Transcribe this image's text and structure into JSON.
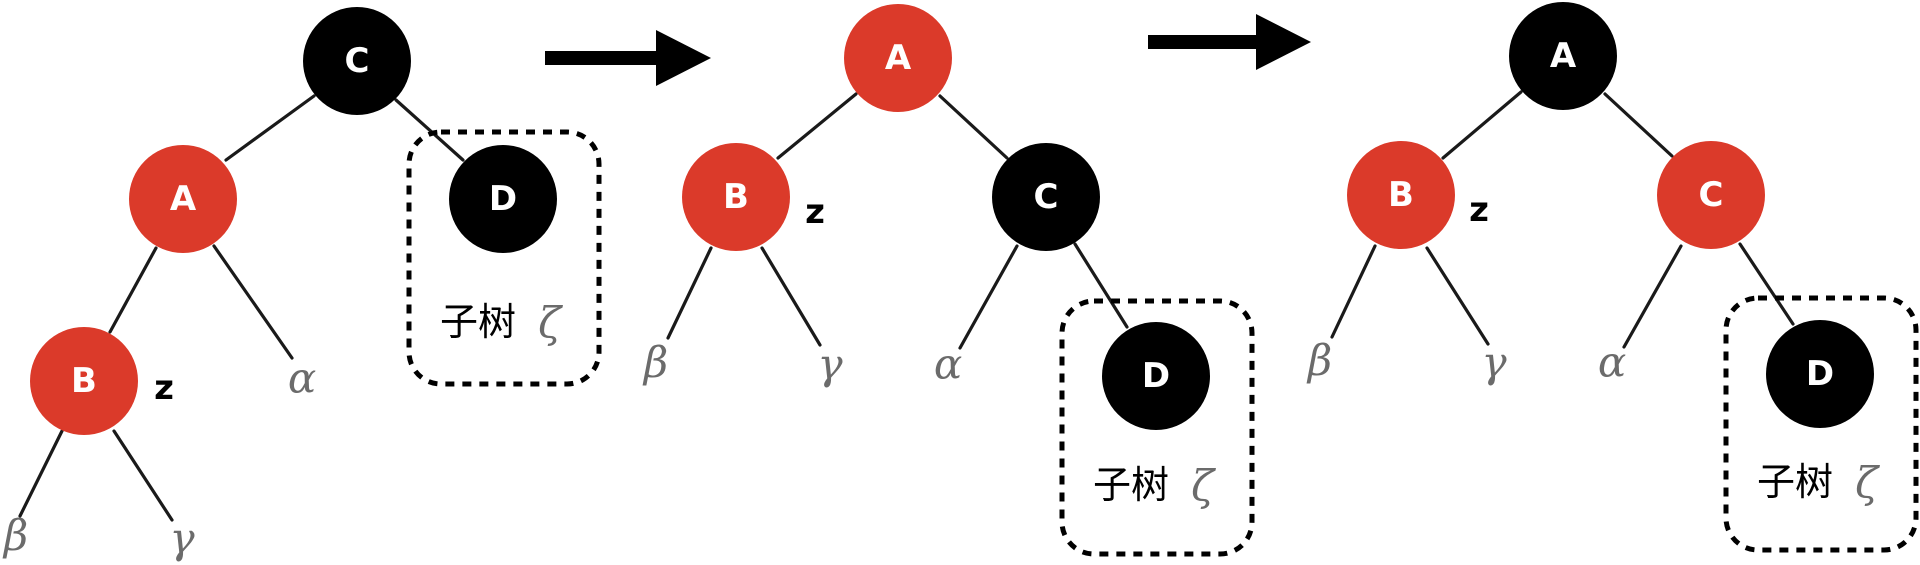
{
  "colors": {
    "red_node": "#db3a2a",
    "black_node": "#000000",
    "node_text": "#ffffff",
    "leaf_text": "#6b6b6b",
    "edge": "#1a1a1a"
  },
  "subtree_label": "子树",
  "subtree_symbol": "ζ",
  "panels": [
    {
      "nodes": {
        "C": {
          "label": "C",
          "color": "black"
        },
        "A": {
          "label": "A",
          "color": "red"
        },
        "D": {
          "label": "D",
          "color": "black"
        },
        "B": {
          "label": "B",
          "color": "red"
        }
      },
      "z_label": "z",
      "leaves": {
        "alpha": "α",
        "beta": "β",
        "gamma": "γ"
      }
    },
    {
      "nodes": {
        "A": {
          "label": "A",
          "color": "red"
        },
        "B": {
          "label": "B",
          "color": "red"
        },
        "C": {
          "label": "C",
          "color": "black"
        },
        "D": {
          "label": "D",
          "color": "black"
        }
      },
      "z_label": "z",
      "leaves": {
        "beta": "β",
        "gamma": "γ",
        "alpha": "α"
      }
    },
    {
      "nodes": {
        "A": {
          "label": "A",
          "color": "black"
        },
        "B": {
          "label": "B",
          "color": "red"
        },
        "C": {
          "label": "C",
          "color": "red"
        },
        "D": {
          "label": "D",
          "color": "black"
        }
      },
      "z_label": "z",
      "leaves": {
        "beta": "β",
        "gamma": "γ",
        "alpha": "α"
      }
    }
  ],
  "arrows": [
    {
      "direction": "right"
    },
    {
      "direction": "right"
    }
  ]
}
